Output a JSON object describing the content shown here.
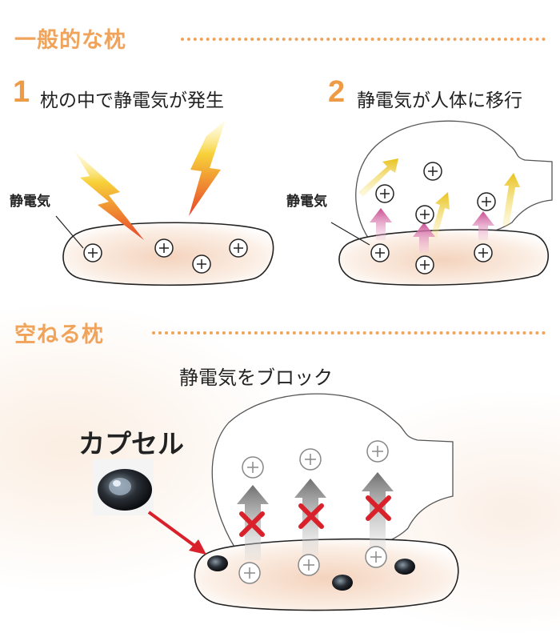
{
  "section1": {
    "title": "一般的な枕",
    "step1": {
      "number": "1",
      "text": "枕の中で静電気が発生",
      "static_label": "静電気"
    },
    "step2": {
      "number": "2",
      "text": "静電気が人体に移行",
      "static_label": "静電気"
    }
  },
  "section2": {
    "title": "空ねる枕",
    "caption": "静電気をブロック",
    "capsule_label": "カプセル"
  },
  "colors": {
    "accent": "#f0a35a",
    "bolt_yellow": "#f7d23a",
    "bolt_red": "#e8432a",
    "pink_arrow": "#d65aa0",
    "gray_arrow": "#7a7a7a",
    "block_cross": "#d8212a",
    "pointer_red": "#d8212a"
  },
  "icons": {
    "charge": "plus-charge-icon",
    "bolt": "lightning-bolt-icon",
    "capsule": "capsule-icon",
    "block": "cross-block-icon"
  }
}
